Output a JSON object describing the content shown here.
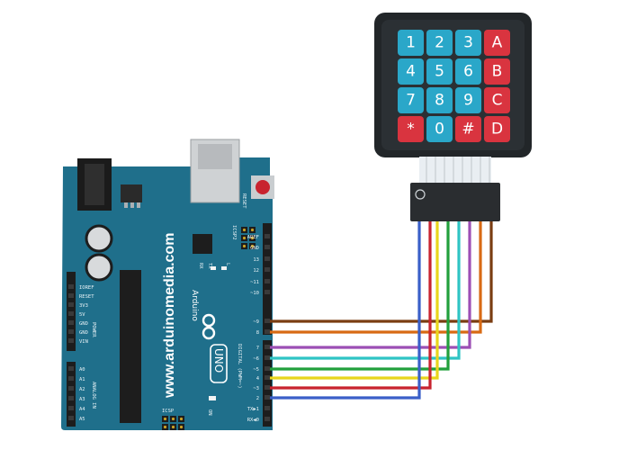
{
  "keypad": {
    "rows": [
      [
        {
          "label": "1",
          "color": "#2aa7c9"
        },
        {
          "label": "2",
          "color": "#2aa7c9"
        },
        {
          "label": "3",
          "color": "#2aa7c9"
        },
        {
          "label": "A",
          "color": "#d9343f"
        }
      ],
      [
        {
          "label": "4",
          "color": "#2aa7c9"
        },
        {
          "label": "5",
          "color": "#2aa7c9"
        },
        {
          "label": "6",
          "color": "#2aa7c9"
        },
        {
          "label": "B",
          "color": "#d9343f"
        }
      ],
      [
        {
          "label": "7",
          "color": "#2aa7c9"
        },
        {
          "label": "8",
          "color": "#2aa7c9"
        },
        {
          "label": "9",
          "color": "#2aa7c9"
        },
        {
          "label": "C",
          "color": "#d9343f"
        }
      ],
      [
        {
          "label": "*",
          "color": "#d9343f"
        },
        {
          "label": "0",
          "color": "#2aa7c9"
        },
        {
          "label": "#",
          "color": "#d9343f"
        },
        {
          "label": "D",
          "color": "#d9343f"
        }
      ]
    ],
    "body_color": "#222629"
  },
  "board": {
    "brand": "www.arduinomedia.com",
    "logo": "Arduino",
    "model": "UNO",
    "reset_label": "RESET",
    "icsp2_label": "ICSP2",
    "icsp_label": "ICSP",
    "on_label": "ON",
    "l_label": "L",
    "tx_label": "TX",
    "rx_label": "RX",
    "power_label": "POWER",
    "analog_label": "ANALOG IN",
    "digital_label": "DIGITAL (PWM=~)",
    "power_pins": [
      "IOREF",
      "RESET",
      "3V3",
      "5V",
      "GND",
      "GND",
      "VIN"
    ],
    "analog_pins": [
      "A0",
      "A1",
      "A2",
      "A3",
      "A4",
      "A5"
    ],
    "digital_pins_top": [
      "AREF",
      "GND",
      "13",
      "12",
      "~11",
      "~10",
      "~9",
      "8"
    ],
    "digital_pins_bottom": [
      "7",
      "~6",
      "~5",
      "4",
      "~3",
      "2",
      "TX▶1",
      "RX◀0"
    ],
    "board_color": "#1f6f8b"
  },
  "wires": [
    {
      "from_pin": "9",
      "color": "#7a3d12"
    },
    {
      "from_pin": "8",
      "color": "#d86a14"
    },
    {
      "from_pin": "7",
      "color": "#9c4fb5"
    },
    {
      "from_pin": "6",
      "color": "#2fc4c4"
    },
    {
      "from_pin": "5",
      "color": "#22a03c"
    },
    {
      "from_pin": "4",
      "color": "#e8d51c"
    },
    {
      "from_pin": "3",
      "color": "#c8232f"
    },
    {
      "from_pin": "2",
      "color": "#3a5fc8"
    }
  ]
}
